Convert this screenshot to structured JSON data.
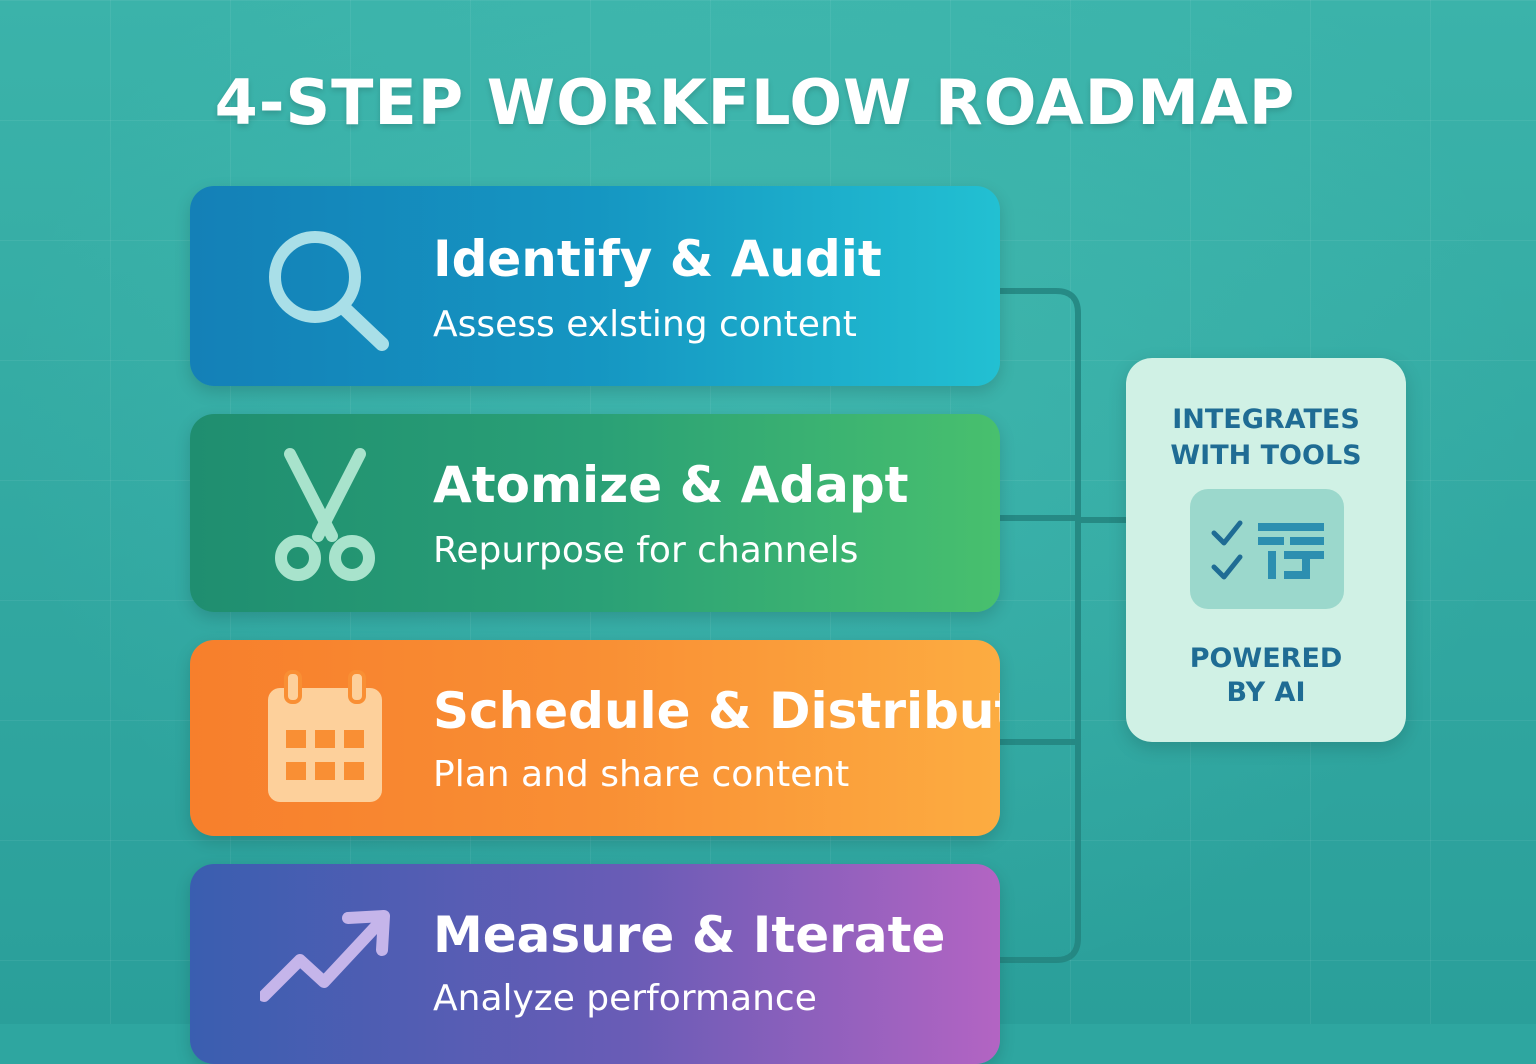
{
  "title": "4-STEP WORKFLOW ROADMAP",
  "steps": [
    {
      "heading": "Identify & Audit",
      "subtitle": "Assess exlsting content",
      "icon": "magnifier-icon",
      "color_start": "#1480b7",
      "color_end": "#22c0d2"
    },
    {
      "heading": "Atomize & Adapt",
      "subtitle": "Repurpose for channels",
      "icon": "scissors-icon",
      "color_start": "#1f8e70",
      "color_end": "#48c06e"
    },
    {
      "heading": "Schedule & Distribute",
      "subtitle": "Plan and share content",
      "icon": "calendar-icon",
      "color_start": "#f77f2c",
      "color_end": "#fcac41"
    },
    {
      "heading": "Measure & Iterate",
      "subtitle": "Analyze performance",
      "icon": "trend-arrow-icon",
      "color_start": "#3a5eb0",
      "color_end": "#b364c3"
    }
  ],
  "side_card": {
    "line1": "INTEGRATES",
    "line2": "WITH TOOLS",
    "line3": "POWERED",
    "line4": "BY AI",
    "icon": "checklist-tools-icon",
    "text_color": "#1f6c94",
    "background": "#d0f1e5"
  }
}
